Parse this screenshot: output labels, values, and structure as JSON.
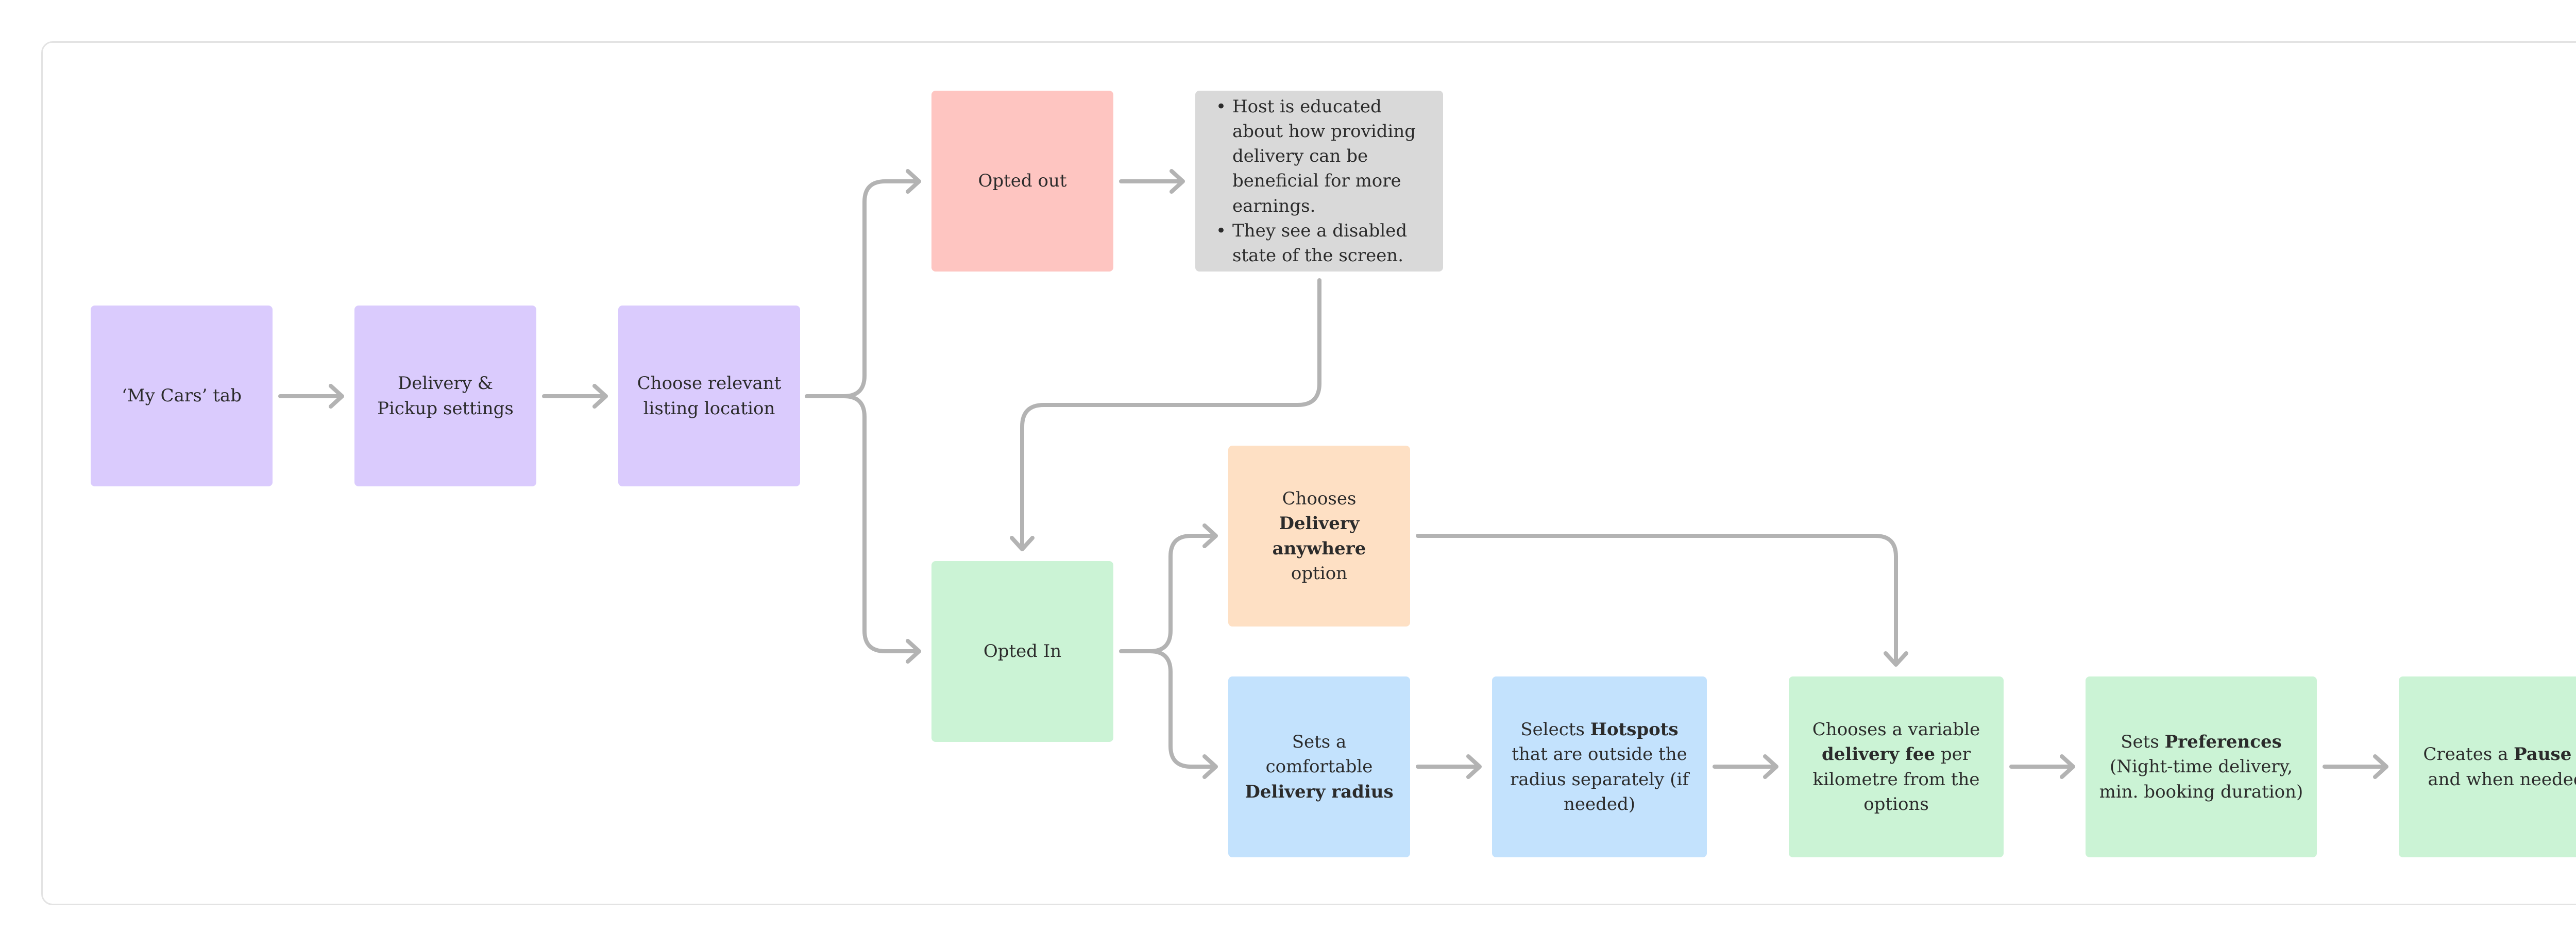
{
  "boxes": {
    "my_cars": {
      "parts": [
        {
          "t": "‘My Cars’ tab",
          "b": false
        }
      ]
    },
    "delivery_pickup": {
      "parts": [
        {
          "t": "Delivery & Pickup settings",
          "b": false
        }
      ]
    },
    "listing_location": {
      "parts": [
        {
          "t": "Choose relevant listing location",
          "b": false
        }
      ]
    },
    "opted_out": {
      "parts": [
        {
          "t": "Opted out",
          "b": false
        }
      ]
    },
    "host_info": {
      "bullets": [
        "Host is educated about how providing delivery can be beneficial for more earnings.",
        "They see a disabled state of the screen."
      ]
    },
    "opted_in": {
      "parts": [
        {
          "t": "Opted In",
          "b": false
        }
      ]
    },
    "delivery_anywhere": {
      "parts": [
        {
          "t": "Chooses ",
          "b": false
        },
        {
          "t": "Delivery anywhere",
          "b": true
        },
        {
          "t": " option",
          "b": false
        }
      ]
    },
    "delivery_radius": {
      "parts": [
        {
          "t": "Sets a comfortable ",
          "b": false
        },
        {
          "t": "Delivery radius",
          "b": true
        }
      ]
    },
    "hotspots": {
      "parts": [
        {
          "t": "Selects ",
          "b": false
        },
        {
          "t": "Hotspots",
          "b": true
        },
        {
          "t": "  that are outside the radius separately (if needed)",
          "b": false
        }
      ]
    },
    "delivery_fee": {
      "parts": [
        {
          "t": "Chooses a variable ",
          "b": false
        },
        {
          "t": "delivery fee",
          "b": true
        },
        {
          "t": " per kilometre from the options",
          "b": false
        }
      ]
    },
    "preferences": {
      "parts": [
        {
          "t": "Sets ",
          "b": false
        },
        {
          "t": "Preferences",
          "b": true
        },
        {
          "t": " (Night-time delivery, min. booking duration)",
          "b": false
        }
      ]
    },
    "pause": {
      "parts": [
        {
          "t": "Creates a ",
          "b": false
        },
        {
          "t": "Pause",
          "b": true
        },
        {
          "t": " if and when needed",
          "b": false
        }
      ]
    }
  },
  "colors": {
    "purple": "#dacbfd",
    "red": "#fec5c1",
    "grey": "#d9d9d9",
    "green": "#cbf3d5",
    "orange": "#fee0c4",
    "blue": "#c3e2fd",
    "connector": "#b3b3b3",
    "frame_border": "#e3e3e3",
    "text": "#2b2b2b"
  }
}
